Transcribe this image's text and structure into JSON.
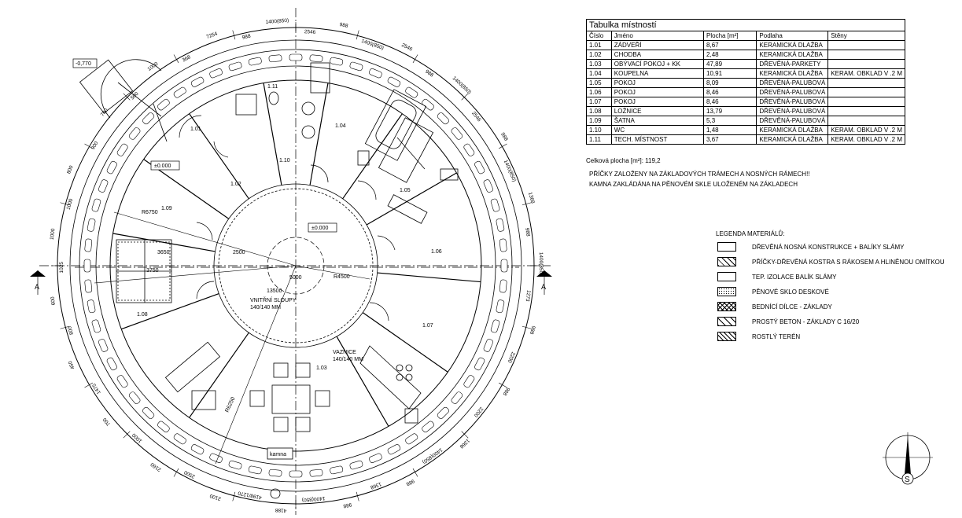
{
  "room_table": {
    "title": "Tabulka místností",
    "headers": [
      "Číslo",
      "Jméno",
      "Plocha [m²]",
      "Podlaha",
      "Stěny"
    ],
    "rows": [
      [
        "1.01",
        "ZÁDVEŘÍ",
        "8,67",
        "KERAMICKÁ DLAŽBA",
        ""
      ],
      [
        "1.02",
        "CHODBA",
        "2,48",
        "KERAMICKÁ DLAŽBA",
        ""
      ],
      [
        "1.03",
        "OBÝVACÍ POKOJ + KK",
        "47,89",
        "DŘEVĚNÁ-PARKETY",
        ""
      ],
      [
        "1.04",
        "KOUPELNA",
        "10,91",
        "KERAMICKÁ DLAŽBA",
        "KERAM. OBKLAD V .2 M"
      ],
      [
        "1.05",
        "POKOJ",
        "8,09",
        "DŘEVĚNÁ-PALUBOVÁ",
        ""
      ],
      [
        "1.06",
        "POKOJ",
        "8,46",
        "DŘEVĚNÁ-PALUBOVÁ",
        ""
      ],
      [
        "1.07",
        "POKOJ",
        "8,46",
        "DŘEVĚNÁ-PALUBOVÁ",
        ""
      ],
      [
        "1.08",
        "LOŽNICE",
        "13,79",
        "DŘEVĚNÁ-PALUBOVÁ",
        ""
      ],
      [
        "1.09",
        "ŠATNA",
        "5,3",
        "DŘEVĚNÁ-PALUBOVÁ",
        ""
      ],
      [
        "1.10",
        "WC",
        "1,48",
        "KERAMICKÁ DLAŽBA",
        "KERAM. OBKLAD V .2 M"
      ],
      [
        "1.11",
        "TECH. MÍSTNOST",
        "3,67",
        "KERAMICKÁ DLAŽBA",
        "KERAM. OBKLAD V .2 M"
      ]
    ],
    "total": "Celková plocha [m²]: 119,2"
  },
  "notes": [
    "PŘÍČKY ZALOŽENY NA ZÁKLADOVÝCH TRÁMECH A NOSNÝCH RÁMECH!!",
    "KAMNA ZAKLÁDÁNA NA PĚNOVÉM SKLE ULOŽENÉM NA ZÁKLADECH"
  ],
  "legend": {
    "title": "LEGENDA MATERIÁLŮ:",
    "items": [
      {
        "label": "DŘEVĚNÁ NOSNÁ KONSTRUKCE + BALÍKY SLÁMY",
        "pattern": "plain"
      },
      {
        "label": "PŘÍČKY-DŘEVĚNÁ KOSTRA S RÁKOSEM A HLINĚNOU OMÍTKOU",
        "pattern": "dots-diag"
      },
      {
        "label": "TEP. IZOLACE BALÍK SLÁMY",
        "pattern": "bale"
      },
      {
        "label": "PĚNOVÉ SKLO DESKOVÉ",
        "pattern": "dots"
      },
      {
        "label": "BEDNÍCÍ DÍLCE - ZÁKLADY",
        "pattern": "crosshatch"
      },
      {
        "label": "PROSTÝ BETON - ZÁKLADY C 16/20",
        "pattern": "hatch-dots"
      },
      {
        "label": "ROSTLÝ TERÉN",
        "pattern": "hatch"
      }
    ]
  },
  "plan": {
    "rooms": [
      {
        "id": "1.01",
        "label": "1.01"
      },
      {
        "id": "1.02",
        "label": "1.02"
      },
      {
        "id": "1.03",
        "label": "1.03"
      },
      {
        "id": "1.04",
        "label": "1.04"
      },
      {
        "id": "1.05",
        "label": "1.05"
      },
      {
        "id": "1.06",
        "label": "1.06"
      },
      {
        "id": "1.07",
        "label": "1.07"
      },
      {
        "id": "1.08",
        "label": "1.08"
      },
      {
        "id": "1.09",
        "label": "1.09"
      },
      {
        "id": "1.10",
        "label": "1.10"
      },
      {
        "id": "1.11",
        "label": "1.11"
      }
    ],
    "levels": [
      "±0.000",
      "±0.000",
      "-0,770"
    ],
    "section_marker": "A",
    "north": "S",
    "stove_label": "kamna",
    "annotations": {
      "inner_columns": "VNITŘNÍ SLOUPY",
      "inner_columns_size": "140/140 MM",
      "beam": "VAZNICE",
      "beam_size": "140/140 MM",
      "r1": "R6750",
      "r2": "R4500",
      "r3": "R6250",
      "d1": "2500",
      "d2": "3650",
      "d3": "3750",
      "d4": "5000",
      "d5": "13500"
    },
    "dims": [
      "7254",
      "988",
      "1400(850)",
      "2546",
      "988",
      "1400(850)",
      "2546",
      "988",
      "1400(850)",
      "2546",
      "988",
      "1400(850)",
      "1368",
      "988",
      "1400(850)",
      "1273",
      "988",
      "2200",
      "988",
      "2200",
      "1368",
      "1400(850)",
      "988",
      "1368",
      "988",
      "1400(850)",
      "4188",
      "4198/1270",
      "2100",
      "2500",
      "2160",
      "1000",
      "700",
      "1475",
      "450",
      "800",
      "600",
      "1025",
      "1000",
      "1000",
      "800",
      "900",
      "700",
      "500",
      "1000",
      "368"
    ]
  }
}
